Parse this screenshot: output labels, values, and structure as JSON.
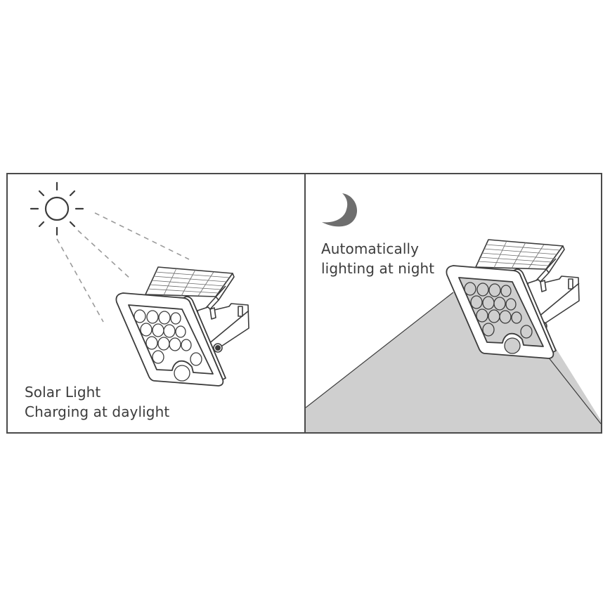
{
  "panels": [
    {
      "id": "day",
      "icon": "sun-icon",
      "caption": {
        "line1": "Solar Light",
        "line2": "Charging at daylight"
      }
    },
    {
      "id": "night",
      "icon": "moon-icon",
      "caption": {
        "line1": "Automatically",
        "line2": "lighting at night"
      }
    }
  ],
  "colors": {
    "line": "#3c3c3c",
    "frame": "#4a4a4a",
    "moon": "#6e6e6e",
    "light_cone": "#cfcfcf",
    "dashed_rays": "#9a9a9a"
  }
}
